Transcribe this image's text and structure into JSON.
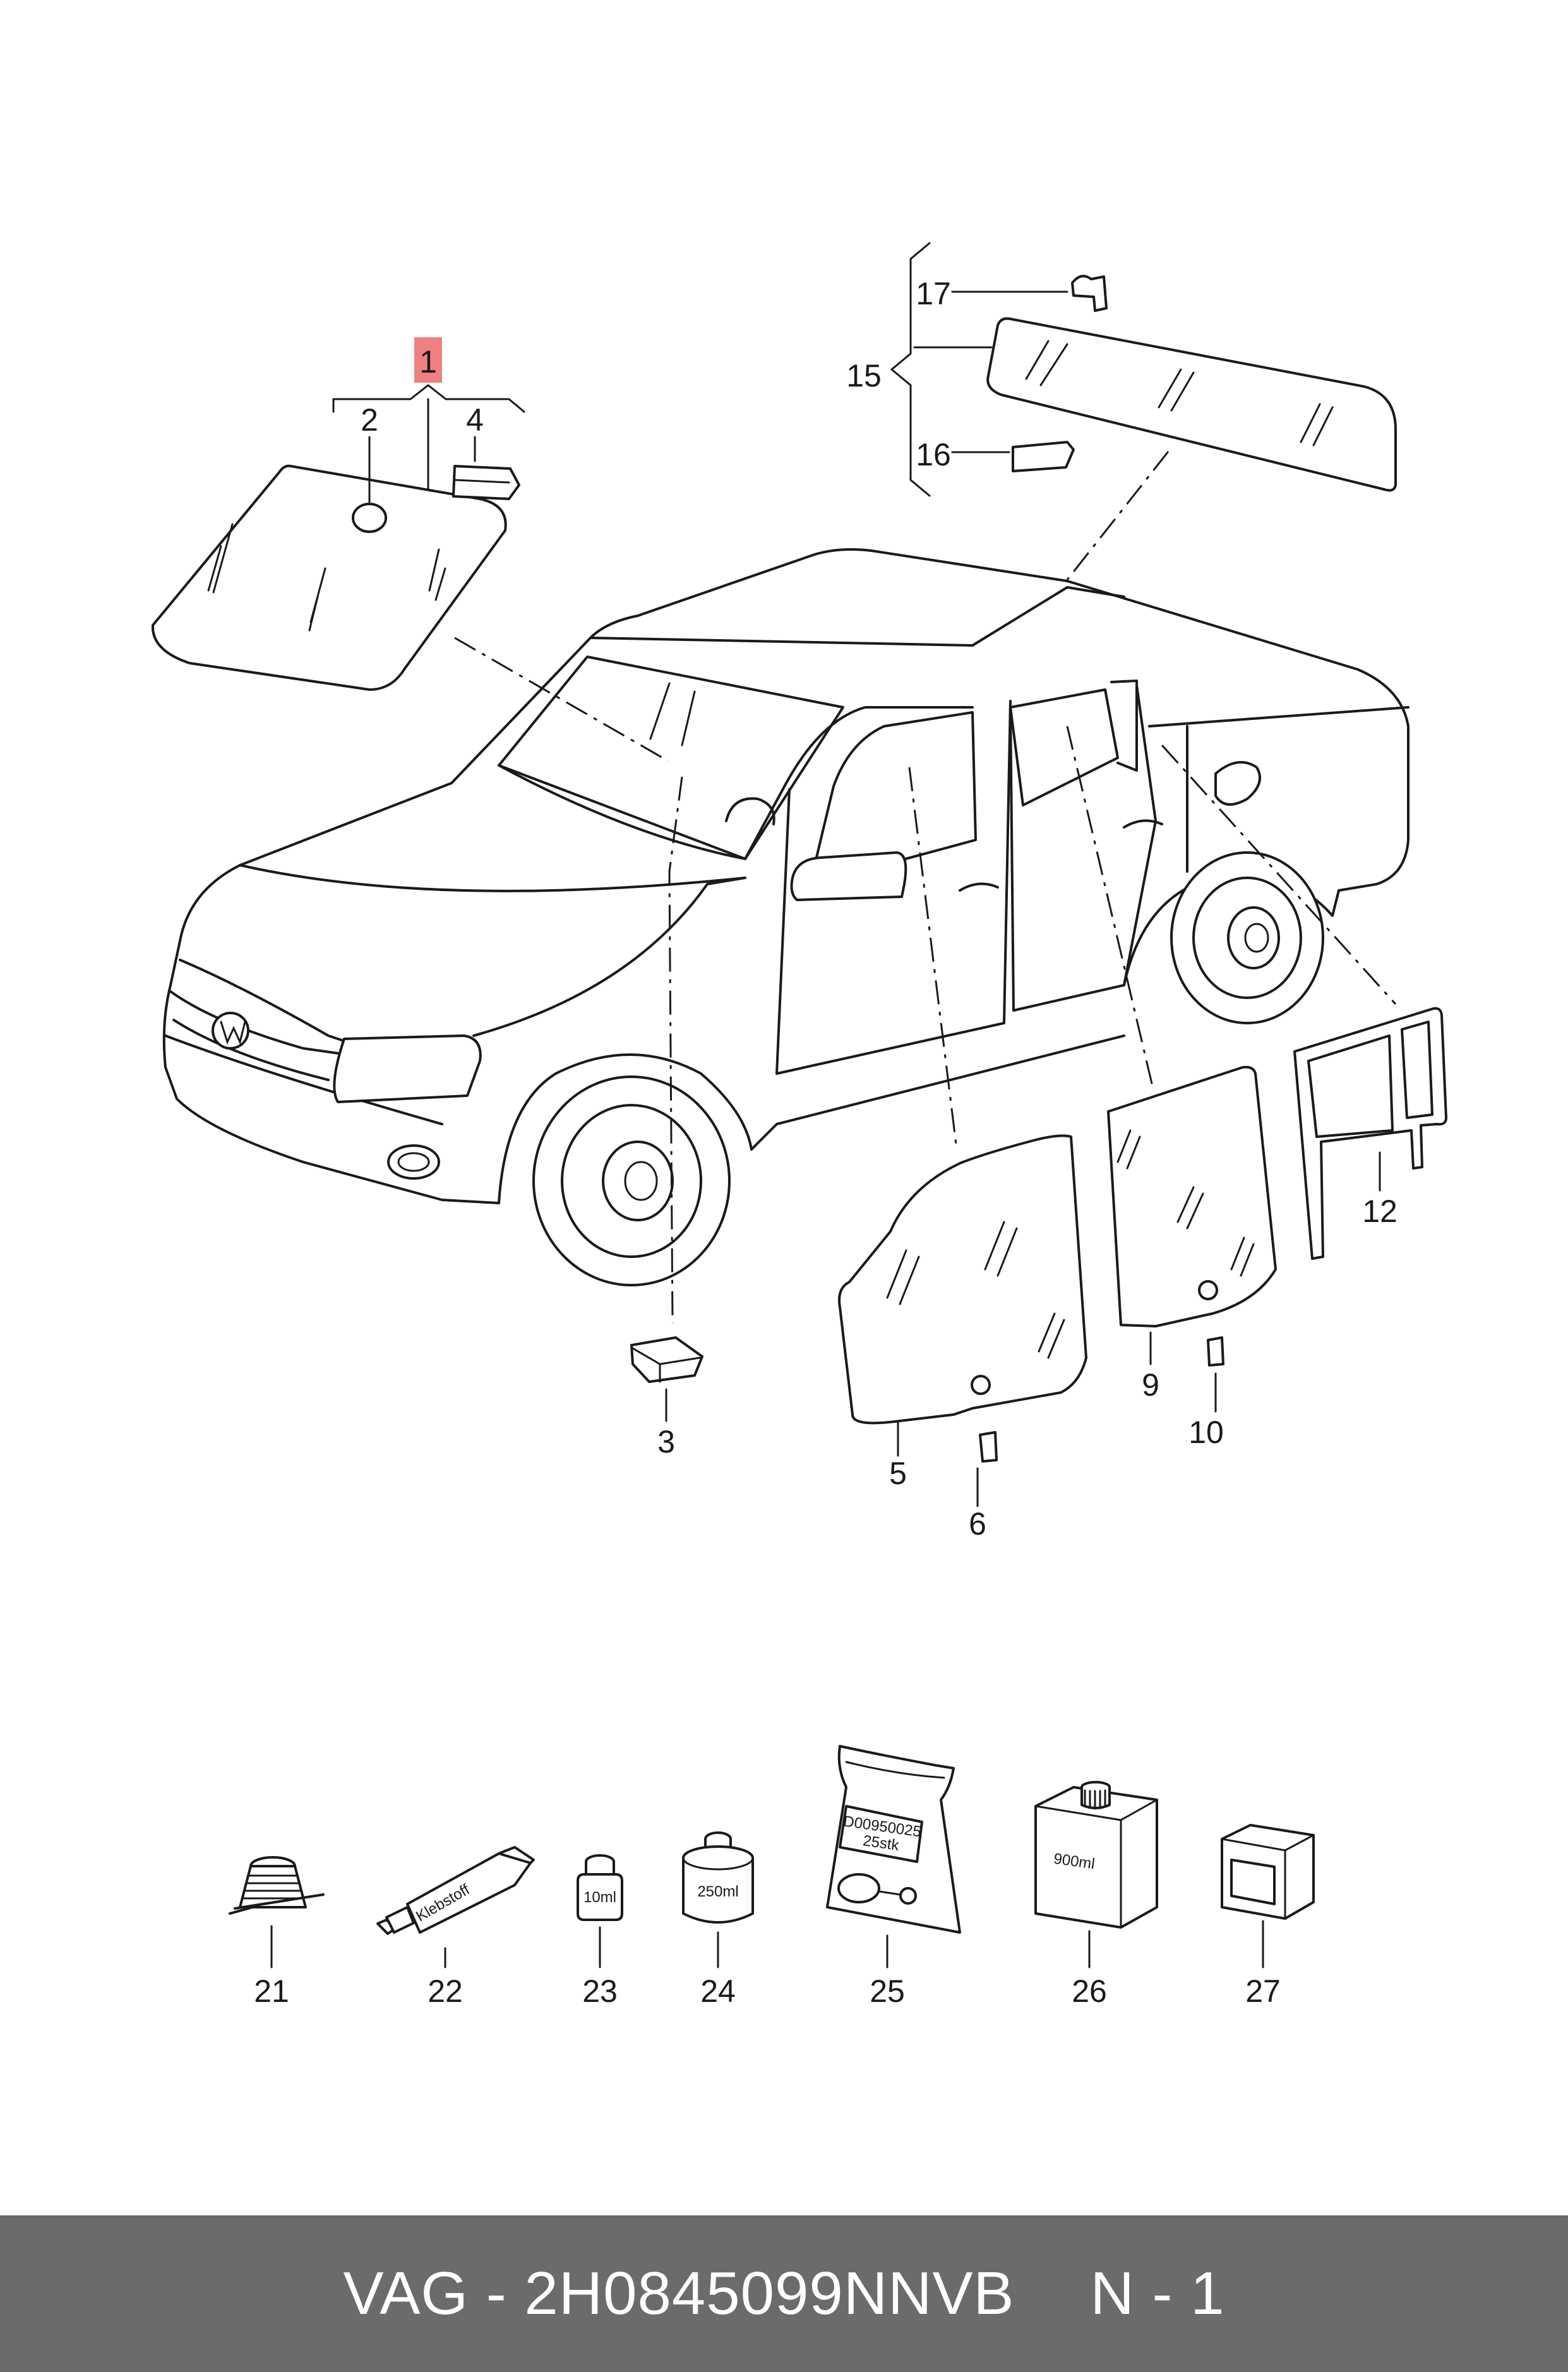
{
  "callouts": [
    {
      "id": "c1",
      "text": "1",
      "highlight": "#f08080"
    },
    {
      "id": "c2",
      "text": "2"
    },
    {
      "id": "c3",
      "text": "3"
    },
    {
      "id": "c4",
      "text": "4"
    },
    {
      "id": "c5",
      "text": "5"
    },
    {
      "id": "c6",
      "text": "6"
    },
    {
      "id": "c9",
      "text": "9"
    },
    {
      "id": "c10",
      "text": "10"
    },
    {
      "id": "c12",
      "text": "12"
    },
    {
      "id": "c15",
      "text": "15"
    },
    {
      "id": "c16",
      "text": "16"
    },
    {
      "id": "c17",
      "text": "17"
    },
    {
      "id": "c21",
      "text": "21"
    },
    {
      "id": "c22",
      "text": "22"
    },
    {
      "id": "c23",
      "text": "23"
    },
    {
      "id": "c24",
      "text": "24"
    },
    {
      "id": "c25",
      "text": "25"
    },
    {
      "id": "c26",
      "text": "26"
    },
    {
      "id": "c27",
      "text": "27"
    }
  ],
  "product_labels": {
    "tube": "Klebstoff",
    "small_bottle": "10ml",
    "can": "250ml",
    "bag_code": "D00950025",
    "bag_qty": "25stk",
    "canister": "900ml"
  },
  "footer": {
    "brand": "VAG",
    "separator": "-",
    "part_number": "2H0845099NNVB",
    "position_prefix": "N",
    "position_separator": "-",
    "position_number": "1"
  },
  "colors": {
    "callout_highlight": "#f08080",
    "footer_bg": "#6b6b6b",
    "footer_text": "#ffffff"
  }
}
